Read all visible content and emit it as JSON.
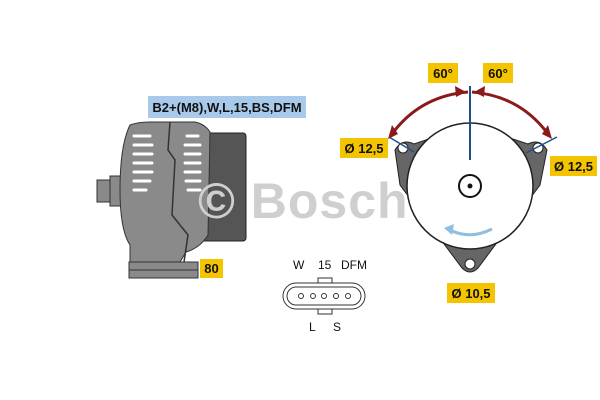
{
  "watermark": "© Bosch",
  "terminals_label": "B2+(M8),W,L,15,BS,DFM",
  "length_label": "80",
  "connector": {
    "top_pins": [
      "W",
      "15",
      "DFM"
    ],
    "bottom_pins": [
      "L",
      "S"
    ]
  },
  "front_view": {
    "angle_left": "60°",
    "angle_right": "60°",
    "hole_left": "Ø 12,5",
    "hole_right": "Ø 12,5",
    "hole_bottom": "Ø 10,5"
  },
  "colors": {
    "label_yellow": "#f5c400",
    "label_blue": "#a9c9ea",
    "arc_red": "#8b1a1a",
    "axis_blue": "#1f4e8c",
    "rotation_blue": "#8fbfe0"
  }
}
